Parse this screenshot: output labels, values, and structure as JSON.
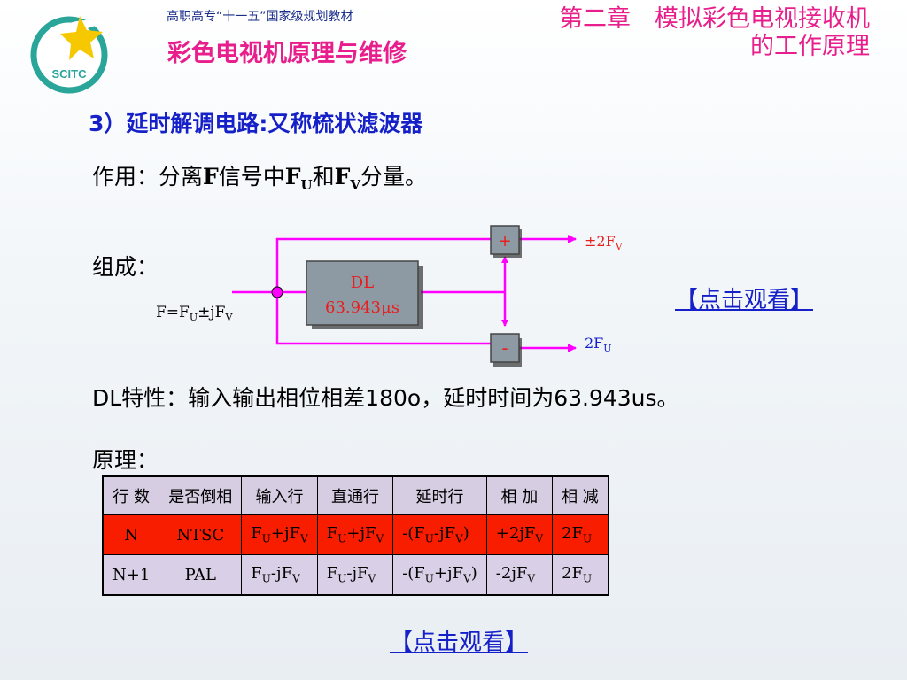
{
  "header": {
    "series": "高职高专“十一五”国家级规划教材",
    "book_title": "彩色电视机原理与维修",
    "chapter_line1": "第二章　模拟彩色电视接收机",
    "chapter_line2": "的工作原理",
    "logo_text": "SCITC"
  },
  "section": {
    "heading": "3）延时解调电路:又称梳状滤波器",
    "function_label": "作用：",
    "function_text_a": "分离",
    "function_text_b": "F",
    "function_text_c": "信号中",
    "function_text_d": "F",
    "function_sub_u": "U",
    "function_text_e": "和",
    "function_text_f": "F",
    "function_sub_v": "V",
    "function_text_g": "分量。",
    "composition_label": "组成：",
    "dl_property": "DL特性：输入输出相位相差180o，延时时间为63.943us。",
    "principle_label": "原理："
  },
  "diagram": {
    "input_label": "F=F",
    "input_sub_u": "U",
    "input_mid": "±jF",
    "input_sub_v": "V",
    "dl_line1": "DL",
    "dl_line2": "63.943μs",
    "adder_symbol": "+",
    "subtractor_symbol": "-",
    "out_plus_label": "±2F",
    "out_plus_sub": "V",
    "out_minus_label": "2F",
    "out_minus_sub": "U",
    "line_color": "#ff00ff",
    "box_color": "#8e9aa3",
    "label_color": "#e81e1e"
  },
  "links": {
    "watch1": "【点击观看】",
    "watch2": "【点击观看】"
  },
  "table": {
    "headers": [
      "行 数",
      "是否倒相",
      "输入行",
      "直通行",
      "延时行",
      "相 加",
      "相 减"
    ],
    "rows": [
      {
        "c1": "N",
        "c2": "NTSC",
        "c3a": "F",
        "c3s1": "U",
        "c3b": "+jF",
        "c3s2": "V",
        "c4a": "F",
        "c4s1": "U",
        "c4b": "+jF",
        "c4s2": "V",
        "c5a": "-(F",
        "c5s1": "U",
        "c5b": "-jF",
        "c5s2": "V",
        "c5c": ")",
        "c6a": "+2jF",
        "c6s": "V",
        "c7a": "2F",
        "c7s": "U"
      },
      {
        "c1": "N+1",
        "c2": "PAL",
        "c3a": "F",
        "c3s1": "U",
        "c3b": "-jF",
        "c3s2": "V",
        "c4a": "F",
        "c4s1": "U",
        "c4b": "-jF",
        "c4s2": "V",
        "c5a": "-(F",
        "c5s1": "U",
        "c5b": "+jF",
        "c5s2": "V",
        "c5c": ")",
        "c6a": "-2jF",
        "c6s": "V",
        "c7a": "2F",
        "c7s": "U"
      }
    ]
  }
}
